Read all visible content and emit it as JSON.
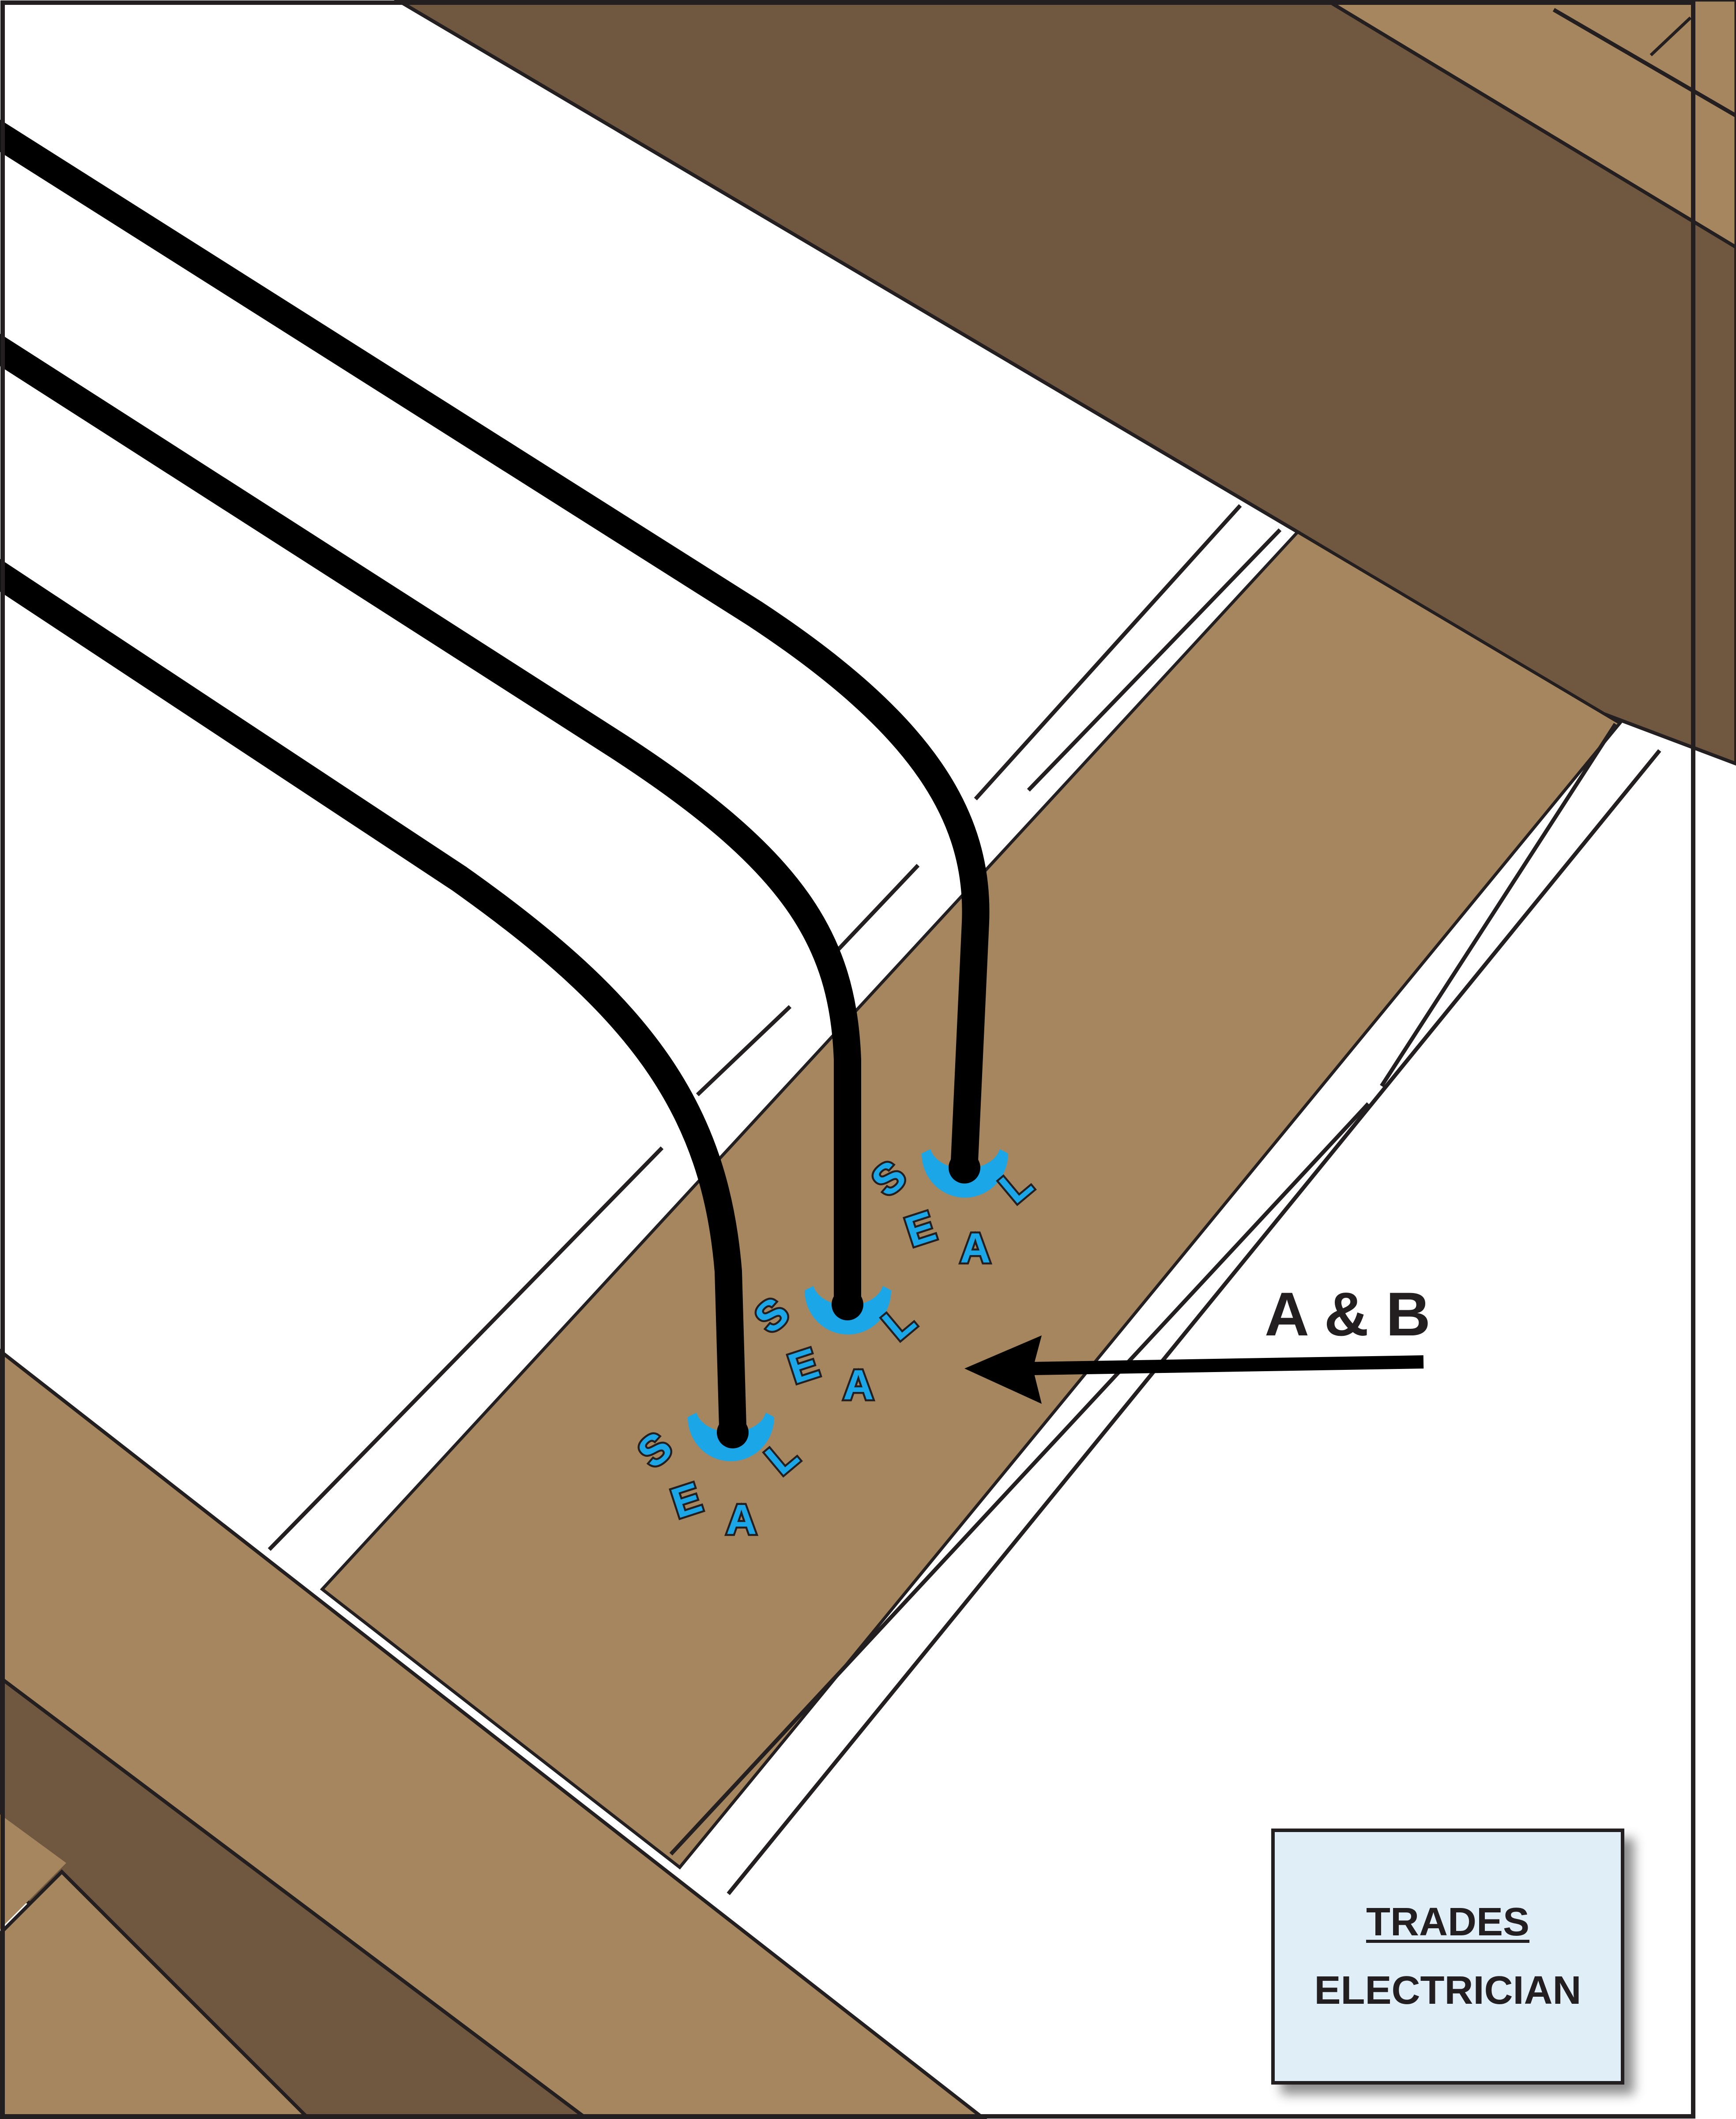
{
  "diagram": {
    "callout_label": "A & B",
    "seal_word": "SEAL",
    "seal_letters": [
      "S",
      "E",
      "A",
      "L"
    ],
    "badge": {
      "line1": "TRADES",
      "line2": "ELECTRICIAN"
    },
    "cable_count": 3,
    "colors": {
      "joist_light": "#a6865f",
      "joist_dark": "#705840",
      "sheathing": "#ffffff",
      "cable": "#000000",
      "sealant": "#1ba6e8",
      "outline": "#231f20",
      "badge_bg": "#e0eef8"
    }
  }
}
